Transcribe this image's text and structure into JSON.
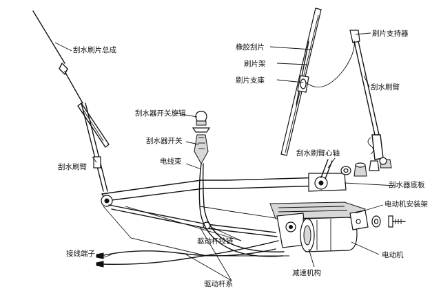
{
  "labels": {
    "wiper_assembly": "刮水刷片总成",
    "switch_knob": "刮水器开关旋钮",
    "wiper_switch": "刮水器开关",
    "wire_harness": "电线束",
    "wiper_arm_left": "刮水刷臂",
    "rubber_blade": "橡胶刮片",
    "blade_frame": "刷片架",
    "blade_support_seat": "刷片支座",
    "blade_holder": "刷片支持器",
    "wiper_arm_right": "刮水刷臂",
    "arm_pivot_shaft": "刮水刷臂心轴",
    "wiper_base_plate": "刮水器底板",
    "motor_bracket": "电动机安装架",
    "drive_rod_hinge": "驱动杆铰链",
    "terminal": "接线端子",
    "motor": "电动机",
    "reduction_mechanism": "减速机构",
    "drive_linkage": "驱动杆系"
  }
}
